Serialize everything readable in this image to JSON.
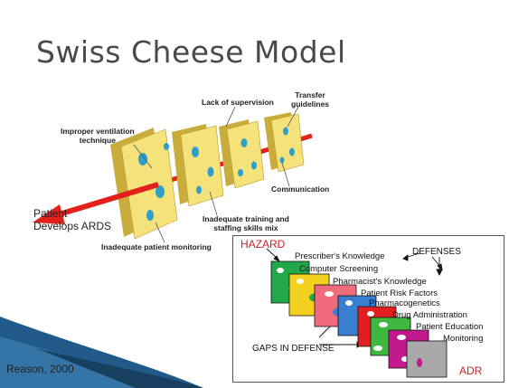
{
  "title": "Swiss Cheese Model",
  "cheese_diagram": {
    "outcome": "Patient\nDevelops ARDS",
    "labels": {
      "lack_of_supervision": "Lack of supervision",
      "transfer_guidelines": "Transfer\nguidelines",
      "improper_ventilation": "Improper ventilation\ntechnique",
      "communication": "Communication",
      "inadequate_training": "Inadequate training and\nstaffing skills mix",
      "inadequate_monitoring": "Inadequate patient monitoring"
    }
  },
  "defense_diagram": {
    "hazard": "HAZARD",
    "defenses": "DEFENSES",
    "gaps": "GAPS IN DEFENSE",
    "adr": "ADR",
    "layers": [
      {
        "label": "Prescriber's Knowledge",
        "color": "#22a84a"
      },
      {
        "label": "Computer Screening",
        "color": "#f2d21e"
      },
      {
        "label": "Pharmacist's Knowledge",
        "color": "#f06c7c"
      },
      {
        "label": "Patient Risk Factors",
        "color": "#3a7ed0"
      },
      {
        "label": "Pharmacogenetics",
        "color": "#e02020"
      },
      {
        "label": "Drug Administration",
        "color": "#3fb83f"
      },
      {
        "label": "Patient Education",
        "color": "#c21a8e"
      },
      {
        "label": "Monitoring",
        "color": "#a9a9a9"
      }
    ]
  },
  "credit": "Reason, 2000",
  "colors": {
    "accent_wave": "#1f5a8a",
    "cheese": "#f5e27a",
    "cheese_shadow": "#c9ad3c",
    "hole": "#2d9fc8",
    "arrow": "#e3211c",
    "hazard_text": "#d42020"
  }
}
